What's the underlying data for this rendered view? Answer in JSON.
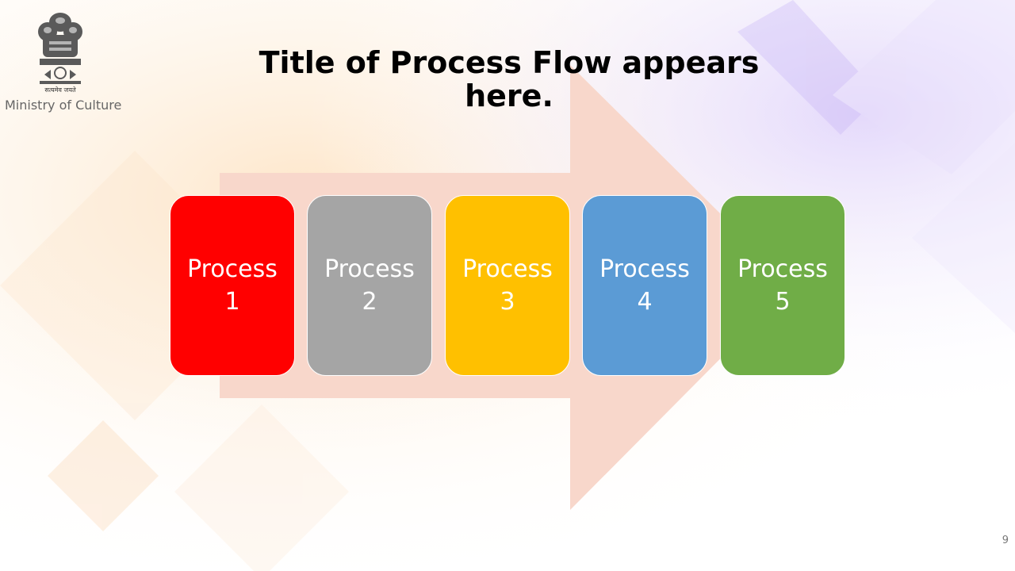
{
  "header": {
    "motto": "सत्यमेव जयते",
    "ministry": "Ministry of Culture",
    "emblem_icon": "national-emblem-icon"
  },
  "slide": {
    "title": "Title of Process Flow appears here.",
    "page_number": "9"
  },
  "process_flow": {
    "arrow_color": "#F8D7CB",
    "steps": [
      {
        "label": "Process 1",
        "color": "#FF0000"
      },
      {
        "label": "Process 2",
        "color": "#A5A5A5"
      },
      {
        "label": "Process 3",
        "color": "#FFC000"
      },
      {
        "label": "Process 4",
        "color": "#5B9BD5"
      },
      {
        "label": "Process 5",
        "color": "#70AD47"
      }
    ]
  }
}
